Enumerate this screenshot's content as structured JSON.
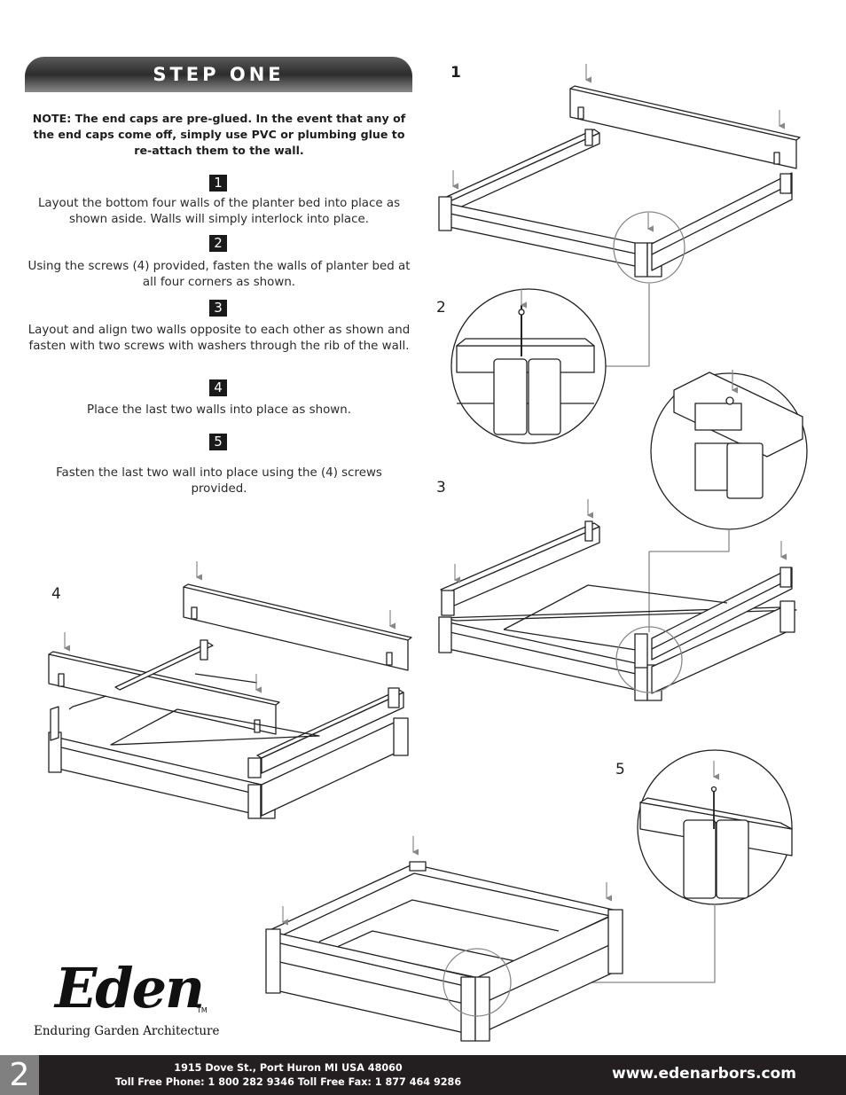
{
  "header": {
    "title": "STEP ONE"
  },
  "note": "NOTE: The end caps are pre-glued. In the event that any of the end caps come off, simply use PVC or plumbing glue to re-attach them to the wall.",
  "steps": [
    {
      "number": "1",
      "text": "Layout the bottom four walls of the planter bed into place as shown aside. Walls will simply interlock into place."
    },
    {
      "number": "2",
      "text": "Using the screws (4) provided, fasten the walls of planter bed at all four corners as shown."
    },
    {
      "number": "3",
      "text": "Layout and align two walls opposite to each other as shown and fasten with two screws with washers through the rib of the wall."
    },
    {
      "number": "4",
      "text": "Place the last two walls into place as shown."
    },
    {
      "number": "5",
      "text": "Fasten the last two wall into place using the (4) screws provided."
    }
  ],
  "figures": {
    "fig1": "1",
    "fig2": "2",
    "fig3": "3",
    "fig4": "4",
    "fig5": "5"
  },
  "logo": {
    "name": "Eden",
    "tm": "TM",
    "tagline": "Enduring Garden Architecture"
  },
  "footer": {
    "page_number": "2",
    "address": "1915 Dove St., Port Huron MI  USA  48060",
    "phones": "Toll Free Phone:  1 800 282 9346  Toll Free Fax:  1 877 464 9286",
    "website": "www.edenarbors.com"
  },
  "colors": {
    "banner": "#2c2c2c",
    "footer": "#231f20",
    "page_number_bg": "#808080",
    "number_box": "#1a1a1a"
  }
}
